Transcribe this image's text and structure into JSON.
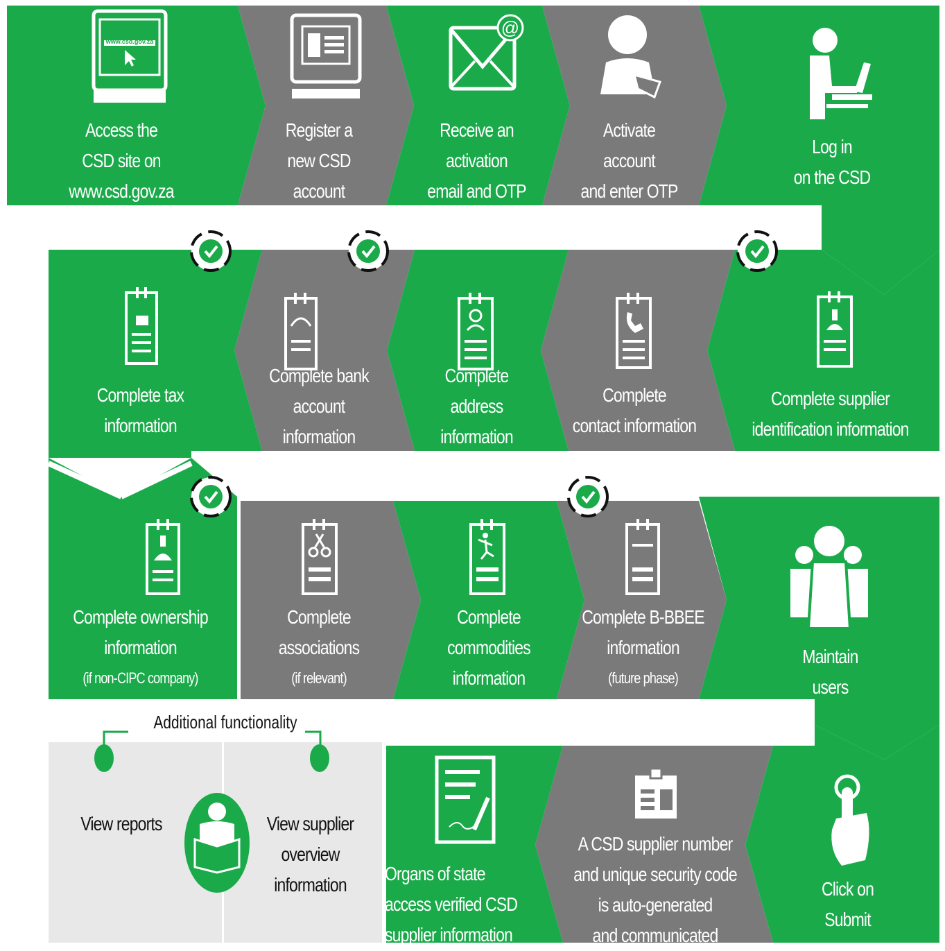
{
  "colors": {
    "green": "#1aaa4a",
    "grey": "#7a7a7a",
    "light": "#e6e6e6",
    "white": "#ffffff"
  },
  "steps": [
    {
      "id": "access-site",
      "icon": "monitor-url-icon",
      "lines": [
        "Access the",
        "CSD site on",
        "www.csd.gov.za"
      ]
    },
    {
      "id": "register-account",
      "icon": "registration-form-screen-icon",
      "lines": [
        "Register a",
        "new CSD",
        "account"
      ]
    },
    {
      "id": "receive-activation",
      "icon": "email-at-icon",
      "lines": [
        "Receive an",
        "activation",
        "email and OTP"
      ]
    },
    {
      "id": "activate-account",
      "icon": "person-signing-icon",
      "lines": [
        "Activate",
        "account",
        "and enter OTP"
      ]
    },
    {
      "id": "log-in",
      "icon": "person-laptop-icon",
      "lines": [
        "Log in",
        "on the CSD"
      ]
    },
    {
      "id": "supplier-identification",
      "icon": "clipboard-stamp-icon",
      "lines": [
        "Complete supplier",
        "identification information"
      ]
    },
    {
      "id": "contact-information",
      "icon": "clipboard-phone-icon",
      "lines": [
        "Complete",
        "contact information"
      ]
    },
    {
      "id": "address-information",
      "icon": "clipboard-person-icon",
      "lines": [
        "Complete",
        "address",
        "information"
      ]
    },
    {
      "id": "bank-account-information",
      "icon": "clipboard-bank-icon",
      "lines": [
        "Complete bank",
        "account",
        "information"
      ]
    },
    {
      "id": "tax-information",
      "icon": "clipboard-tax-icon",
      "lines": [
        "Complete tax",
        "information"
      ]
    },
    {
      "id": "ownership-information",
      "icon": "clipboard-stamp-icon",
      "lines": [
        "Complete ownership",
        "information"
      ],
      "note": "(if non-CIPC company)"
    },
    {
      "id": "associations",
      "icon": "clipboard-scissors-icon",
      "lines": [
        "Complete",
        "associations"
      ],
      "note": "(if relevant)"
    },
    {
      "id": "commodities-information",
      "icon": "clipboard-figure-icon",
      "lines": [
        "Complete",
        "commodities",
        "information"
      ]
    },
    {
      "id": "bbbee-information",
      "icon": "clipboard-dots-icon",
      "lines": [
        "Complete B-BBEE",
        "information"
      ],
      "note": "(future phase)"
    },
    {
      "id": "maintain-users",
      "icon": "user-group-icon",
      "lines": [
        "Maintain",
        "users"
      ]
    },
    {
      "id": "click-submit",
      "icon": "finger-press-icon",
      "lines": [
        "Click on",
        "Submit"
      ]
    },
    {
      "id": "supplier-number-generated",
      "icon": "id-badge-icon",
      "lines": [
        "A CSD supplier number",
        "and unique security code",
        "is auto-generated",
        "and communicated"
      ]
    },
    {
      "id": "organs-of-state",
      "icon": "signed-document-icon",
      "lines": [
        "Organs of state",
        "access verified CSD",
        "supplier information"
      ]
    }
  ],
  "monitor_text": "www.csd.gov.za",
  "additional": {
    "title": "Additional functionality",
    "items": [
      {
        "lines": [
          "View reports"
        ]
      },
      {
        "lines": [
          "View supplier",
          "overview",
          "information"
        ]
      }
    ]
  }
}
